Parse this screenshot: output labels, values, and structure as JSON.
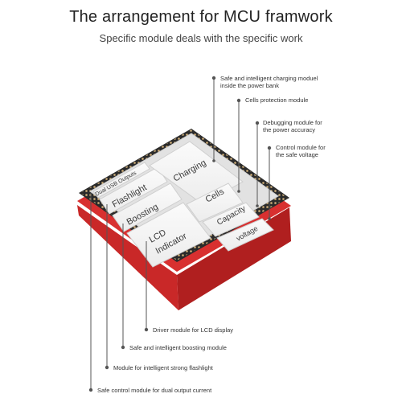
{
  "header": {
    "title": "The arrangement for MCU framwork",
    "subtitle": "Specific module deals with the specific work"
  },
  "chip_modules": {
    "dual_usb": "Dual USB Outputs",
    "flashlight": "Flashlight",
    "boosting": "Boosting",
    "lcd_line1": "LCD",
    "lcd_line2": "Indicator",
    "charging": "Charging",
    "cells": "Cells",
    "capacity": "Capacity",
    "voltage": "voltage"
  },
  "callouts": {
    "charging_line1": "Safe and intelligent charging moduel",
    "charging_line2": "inside the power bank",
    "cells": "Cells protection module",
    "debug_line1": "Debugging module for",
    "debug_line2": "the power accuracy",
    "control_line1": "Control module for",
    "control_line2": "the safe voltage",
    "lcd": "Driver module for LCD display",
    "boosting": "Safe and intelligent boosting module",
    "flashlight": "Module for intelligent strong flashlight",
    "dual": "Safe control module for dual output current"
  },
  "colors": {
    "chip_red": "#d42b2b",
    "chip_top": "#e6e6e6",
    "module_face": "#f7f7f7",
    "line": "#555555",
    "pin": "#c9a46a"
  }
}
